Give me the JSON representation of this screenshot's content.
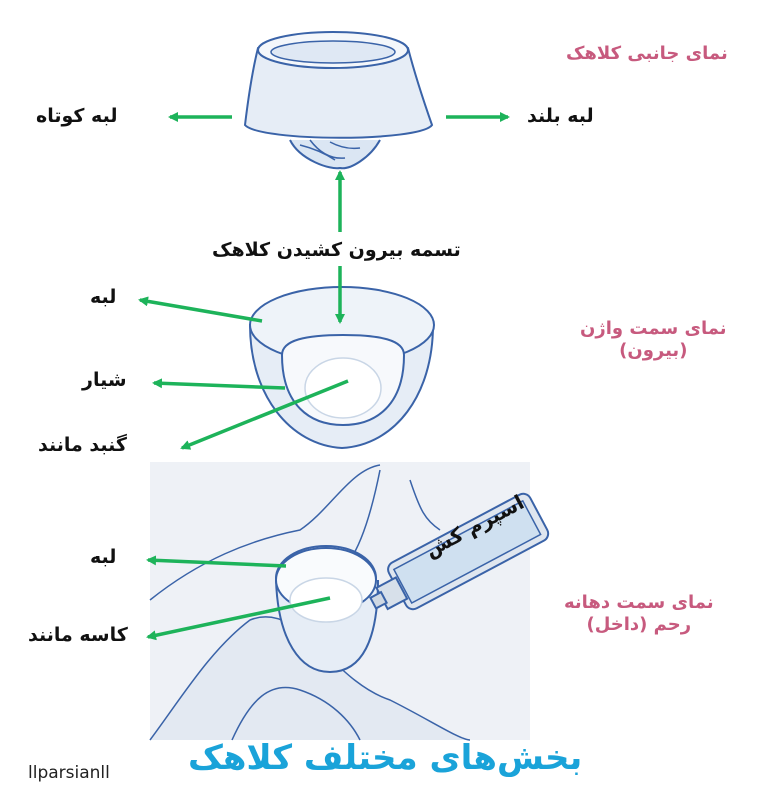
{
  "labels": {
    "short_rim": "لبه کوتاه",
    "long_rim": "لبه بلند",
    "side_view": "نمای جانبی کلاهک",
    "removal_strap": "تسمه بیرون کشیدن کلاهک",
    "rim_1": "لبه",
    "groove": "شیار",
    "dome_like": "گنبد مانند",
    "vaginal_side_view": [
      "نمای سمت واژن",
      "(بیرون)"
    ],
    "rim_2": "لبه",
    "bowl_like": "کاسه مانند",
    "cervix_side_view": [
      "نمای سمت دهانه",
      "رحم (داخل)"
    ],
    "spermicide": "اسپرم کش",
    "title": "بخش‌های مختلف کلاهک",
    "watermark": "llparsianll"
  },
  "colors": {
    "arrow": "#1db35a",
    "accent_text": "#c75a7e",
    "title": "#1aa3d9",
    "outline": "#3a63a8",
    "fill": "#e6edf6"
  }
}
